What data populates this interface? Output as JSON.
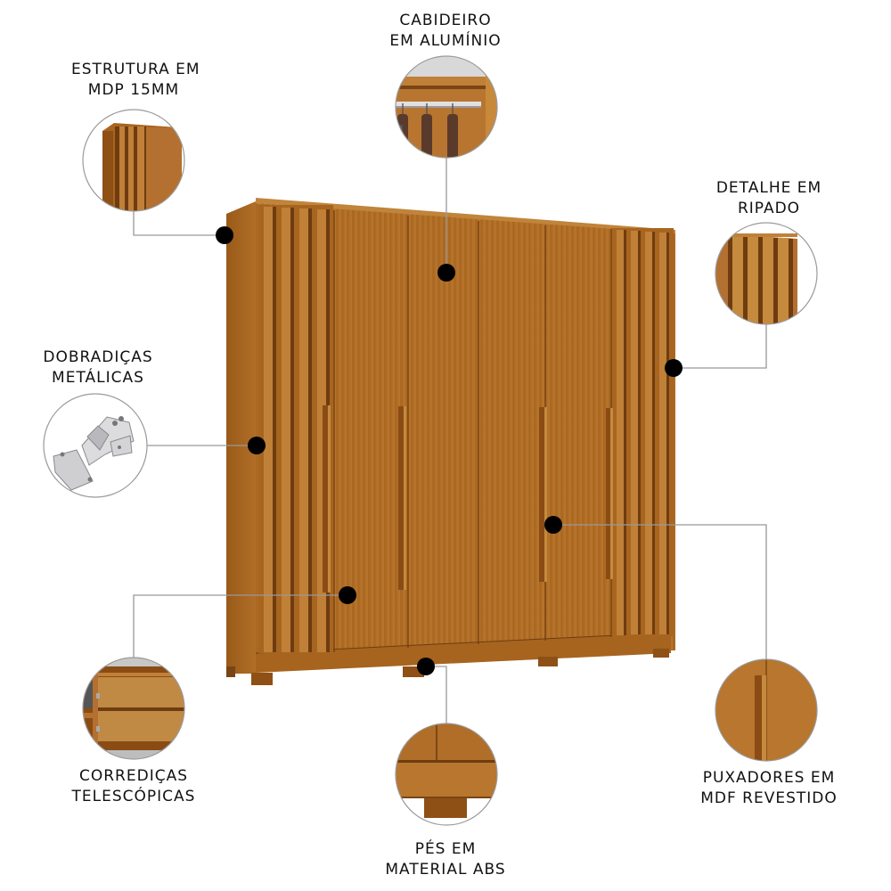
{
  "features": [
    {
      "id": "estrutura",
      "lines": [
        "ESTRUTURA EM",
        "MDP 15MM"
      ]
    },
    {
      "id": "cabideiro",
      "lines": [
        "CABIDEIRO",
        "EM ALUMÍNIO"
      ]
    },
    {
      "id": "ripado",
      "lines": [
        "DETALHE EM",
        "RIPADO"
      ]
    },
    {
      "id": "dobradicas",
      "lines": [
        "DOBRADIÇAS",
        "METÁLICAS"
      ]
    },
    {
      "id": "corredicas",
      "lines": [
        "CORREDIÇAS",
        "TELESCÓPICAS"
      ]
    },
    {
      "id": "pes",
      "lines": [
        "PÉS EM",
        "MATERIAL ABS"
      ]
    },
    {
      "id": "puxadores",
      "lines": [
        "PUXADORES EM",
        "MDF REVESTIDO"
      ]
    }
  ],
  "colors": {
    "wood": "#B06E28",
    "wood_dark": "#7A4514",
    "wood_light": "#C58838",
    "marker": "#000000",
    "leader_line": "#999999",
    "circle_border": "#9a9a9a"
  }
}
